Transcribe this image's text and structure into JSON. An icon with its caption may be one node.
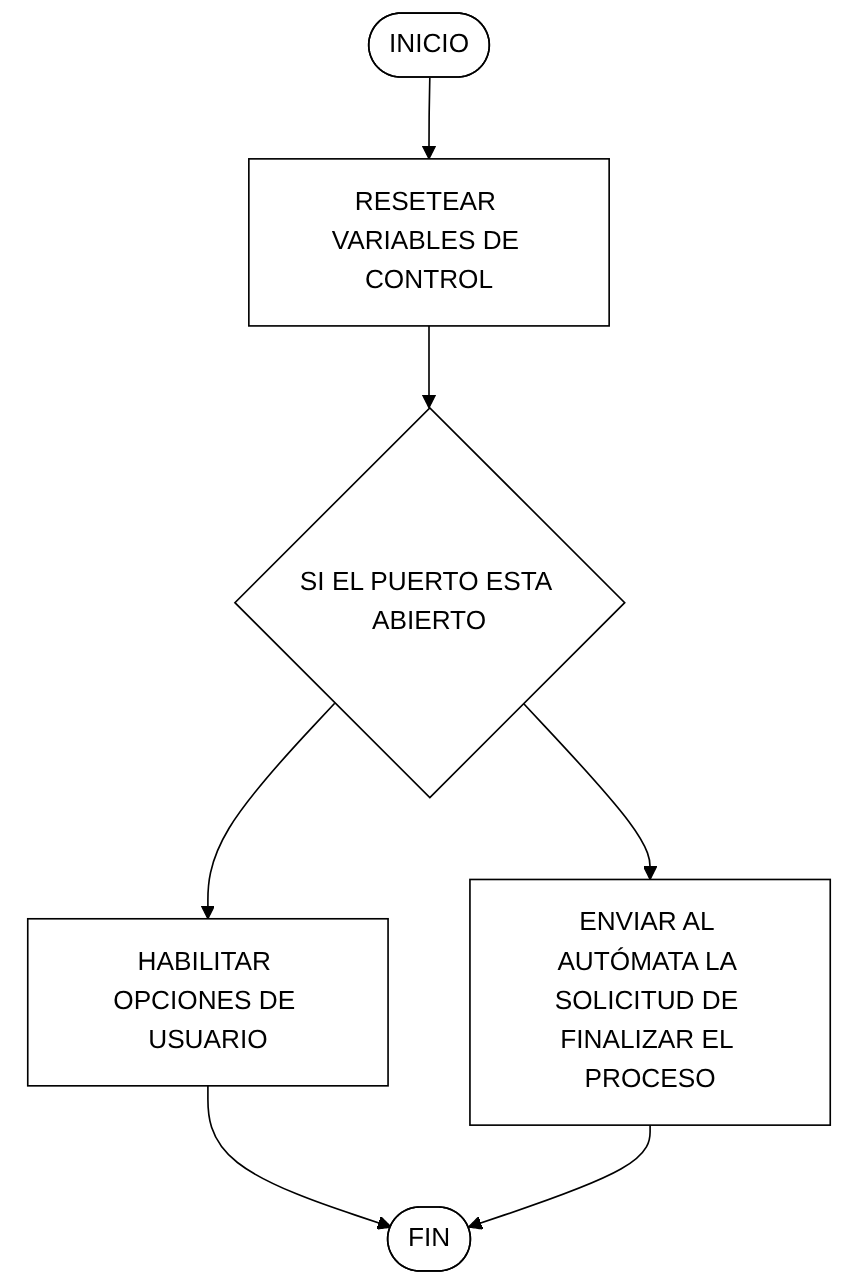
{
  "diagram": {
    "nodes": [
      {
        "text": [
          "INICIO"
        ]
      },
      {
        "text": [
          "RESETEAR VARIABLES DE CONTROL"
        ]
      },
      {
        "text": [
          "SI EL PUERTO ESTA ABIERTO"
        ]
      },
      {
        "text": [
          "ENVIAR AL AUTÓMATA LA SOLICITUD DE FINALIZAR EL PROCESO"
        ]
      },
      {
        "text": [
          "HABILITAR OPCIONES DE USUARIO"
        ]
      },
      {
        "text": [
          "FIN"
        ]
      }
    ],
    "edges": [
      {
        "from": 0,
        "to": 1,
        "arrow": "to"
      },
      {
        "from": 1,
        "to": 2,
        "arrow": "to"
      },
      {
        "from": 2,
        "to": 3,
        "arrow": "to"
      },
      {
        "from": 2,
        "to": 4,
        "arrow": "to"
      },
      {
        "from": 4,
        "to": 5,
        "arrow": "to"
      },
      {
        "from": 3,
        "to": 5,
        "arrow": "to"
      }
    ]
  }
}
